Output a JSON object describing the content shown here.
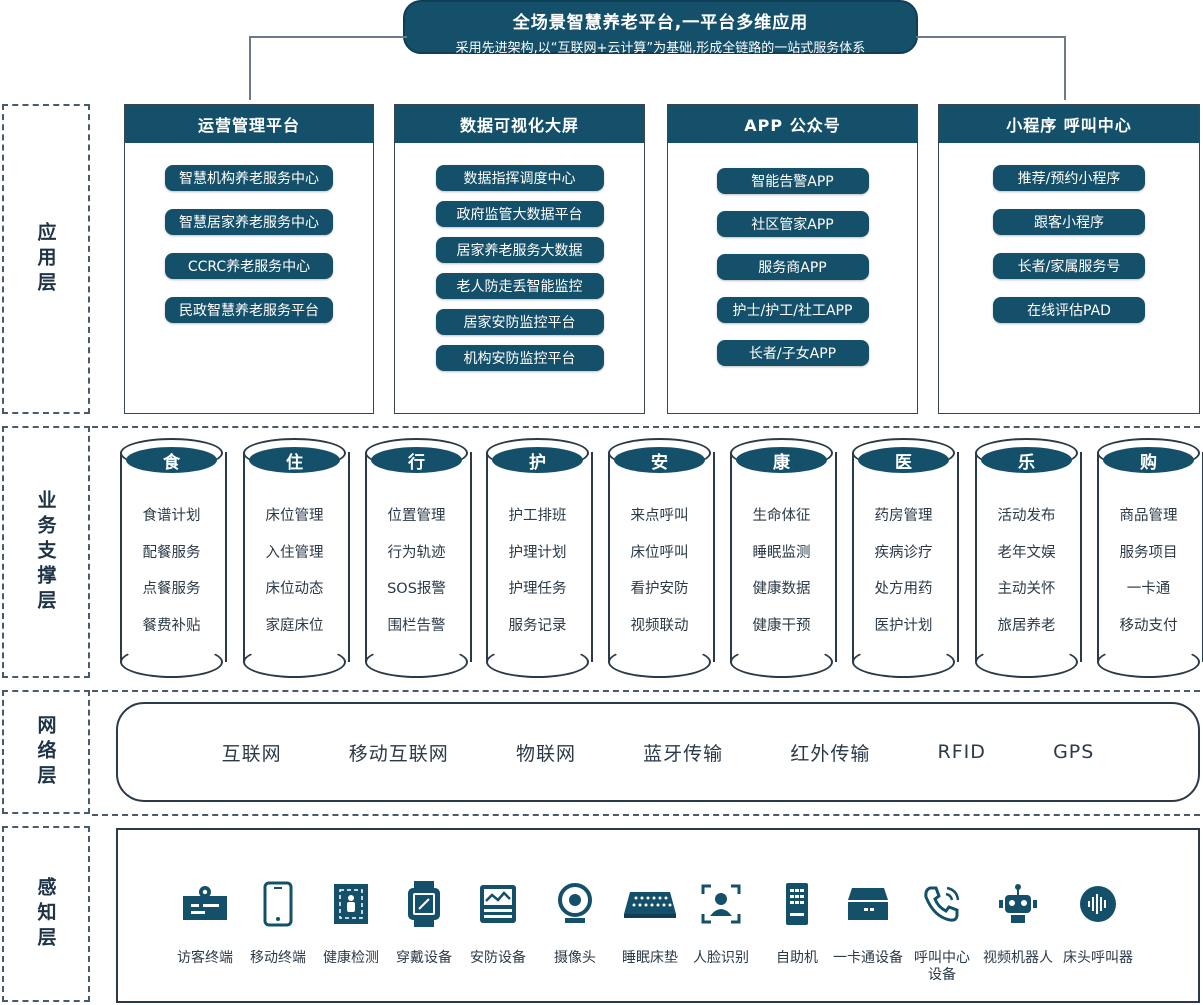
{
  "header": {
    "title": "全场景智慧养老平台,一平台多维应用",
    "subtitle": "采用先进架构,以“互联网+云计算”为基础,形成全链路的一站式服务体系"
  },
  "layers": {
    "app": "应用层",
    "business": "业务支撑层",
    "network": "网络层",
    "sense": "感知层"
  },
  "panels": [
    {
      "title": "运营管理平台",
      "items": [
        "智慧机构养老服务中心",
        "智慧居家养老服务中心",
        "CCRC养老服务中心",
        "民政智慧养老服务平台"
      ]
    },
    {
      "title": "数据可视化大屏",
      "items": [
        "数据指挥调度中心",
        "政府监管大数据平台",
        "居家养老服务大数据",
        "老人防走丢智能监控",
        "居家安防监控平台",
        "机构安防监控平台"
      ]
    },
    {
      "title": "APP 公众号",
      "items": [
        "智能告警APP",
        "社区管家APP",
        "服务商APP",
        "护士/护工/社工APP",
        "长者/子女APP"
      ]
    },
    {
      "title": "小程序 呼叫中心",
      "items": [
        "推荐/预约小程序",
        "跟客小程序",
        "长者/家属服务号",
        "在线评估PAD"
      ]
    }
  ],
  "business": [
    {
      "title": "食",
      "items": [
        "食谱计划",
        "配餐服务",
        "点餐服务",
        "餐费补贴"
      ]
    },
    {
      "title": "住",
      "items": [
        "床位管理",
        "入住管理",
        "床位动态",
        "家庭床位"
      ]
    },
    {
      "title": "行",
      "items": [
        "位置管理",
        "行为轨迹",
        "SOS报警",
        "围栏告警"
      ]
    },
    {
      "title": "护",
      "items": [
        "护工排班",
        "护理计划",
        "护理任务",
        "服务记录"
      ]
    },
    {
      "title": "安",
      "items": [
        "来点呼叫",
        "床位呼叫",
        "看护安防",
        "视频联动"
      ]
    },
    {
      "title": "康",
      "items": [
        "生命体征",
        "睡眠监测",
        "健康数据",
        "健康干预"
      ]
    },
    {
      "title": "医",
      "items": [
        "药房管理",
        "疾病诊疗",
        "处方用药",
        "医护计划"
      ]
    },
    {
      "title": "乐",
      "items": [
        "活动发布",
        "老年文娱",
        "主动关怀",
        "旅居养老"
      ]
    },
    {
      "title": "购",
      "items": [
        "商品管理",
        "服务项目",
        "一卡通",
        "移动支付"
      ]
    }
  ],
  "network": [
    "互联网",
    "移动互联网",
    "物联网",
    "蓝牙传输",
    "红外传输",
    "RFID",
    "GPS"
  ],
  "devices": [
    {
      "label": "访客终端",
      "icon": "visitor-terminal-icon"
    },
    {
      "label": "移动终端",
      "icon": "mobile-phone-icon"
    },
    {
      "label": "健康检测",
      "icon": "health-check-icon"
    },
    {
      "label": "穿戴设备",
      "icon": "smartwatch-icon"
    },
    {
      "label": "安防设备",
      "icon": "security-device-icon"
    },
    {
      "label": "摄像头",
      "icon": "camera-icon"
    },
    {
      "label": "睡眠床垫",
      "icon": "mattress-icon"
    },
    {
      "label": "人脸识别",
      "icon": "face-recognition-icon"
    },
    {
      "label": "自助机",
      "icon": "kiosk-icon"
    },
    {
      "label": "一卡通设备",
      "icon": "card-reader-icon"
    },
    {
      "label": "呼叫中心设备",
      "icon": "phone-call-icon"
    },
    {
      "label": "视频机器人",
      "icon": "robot-icon"
    },
    {
      "label": "床头呼叫器",
      "icon": "bedside-caller-icon"
    }
  ],
  "colors": {
    "primary": "#15506a",
    "text": "#2b3a48"
  }
}
